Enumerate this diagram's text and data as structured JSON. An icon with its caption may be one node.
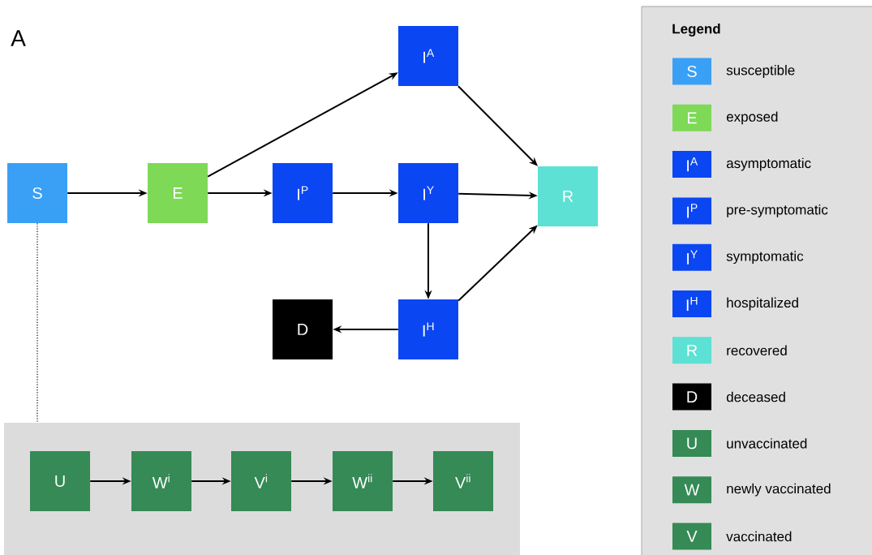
{
  "diagram": {
    "nodes": [
      {
        "text": [
          "S"
        ]
      },
      {
        "text": [
          "E"
        ]
      },
      {
        "text": [
          "I$^{A}$"
        ]
      },
      {
        "text": [
          "I$^{P}$"
        ]
      },
      {
        "text": [
          "I$^{Y}$"
        ]
      },
      {
        "text": [
          "R"
        ]
      },
      {
        "text": [
          "D"
        ]
      },
      {
        "text": [
          "I$^{H}$"
        ]
      },
      {
        "text": [],
        "shape": "box"
      },
      {
        "text": [
          "U"
        ],
        "in": 8
      },
      {
        "text": [
          "W$^{i}$"
        ],
        "in": 8
      },
      {
        "text": [
          "V$^{i}$"
        ],
        "in": 8
      },
      {
        "text": [
          "W$^{ii}$"
        ],
        "in": 8
      },
      {
        "text": [
          "V$^{ii}$"
        ],
        "in": 8
      }
    ],
    "edges": [
      {
        "from": 0,
        "to": 1,
        "arrow": "to"
      },
      {
        "from": 1,
        "to": 2,
        "arrow": "to"
      },
      {
        "from": 1,
        "to": 3,
        "arrow": "to"
      },
      {
        "from": 3,
        "to": 4,
        "arrow": "to"
      },
      {
        "from": 2,
        "to": 5,
        "arrow": "to"
      },
      {
        "from": 4,
        "to": 5,
        "arrow": "to"
      },
      {
        "from": 4,
        "to": 7,
        "arrow": "to"
      },
      {
        "from": 7,
        "to": 5,
        "arrow": "to"
      },
      {
        "from": 7,
        "to": 6,
        "arrow": "to"
      },
      {
        "from": 0,
        "to": 8,
        "arrow": "none",
        "style": "dashed"
      },
      {
        "from": 9,
        "to": 10,
        "arrow": "to"
      },
      {
        "from": 10,
        "to": 11,
        "arrow": "to"
      },
      {
        "from": 11,
        "to": 12,
        "arrow": "to"
      },
      {
        "from": 12,
        "to": 13,
        "arrow": "to"
      }
    ],
    "labels": [
      "A",
      "Legend",
      "S",
      "E",
      "I$^{A}$",
      "I$^{P}$",
      "I$^{Y}$",
      "I$^{H}$",
      "R",
      "D",
      "U",
      "W",
      "V"
    ],
    "legend": [
      {
        "text": "susceptible",
        "color": "#3aa0f6"
      },
      {
        "text": "exposed",
        "color": "#7ed957"
      },
      {
        "text": "asymptomatic",
        "color": "#0b46f3"
      },
      {
        "text": "pre-symptomatic",
        "color": "#0b46f3"
      },
      {
        "text": "symptomatic",
        "color": "#0b46f3"
      },
      {
        "text": "hospitalized",
        "color": "#0b46f3"
      },
      {
        "text": "recovered",
        "color": "#5ce1d4"
      },
      {
        "text": "deceased",
        "color": "#000000"
      },
      {
        "text": "unvaccinated",
        "color": "#358a55"
      },
      {
        "text": "newly vaccinated",
        "color": "#358a55"
      },
      {
        "text": "vaccinated",
        "color": "#358a55"
      }
    ]
  }
}
